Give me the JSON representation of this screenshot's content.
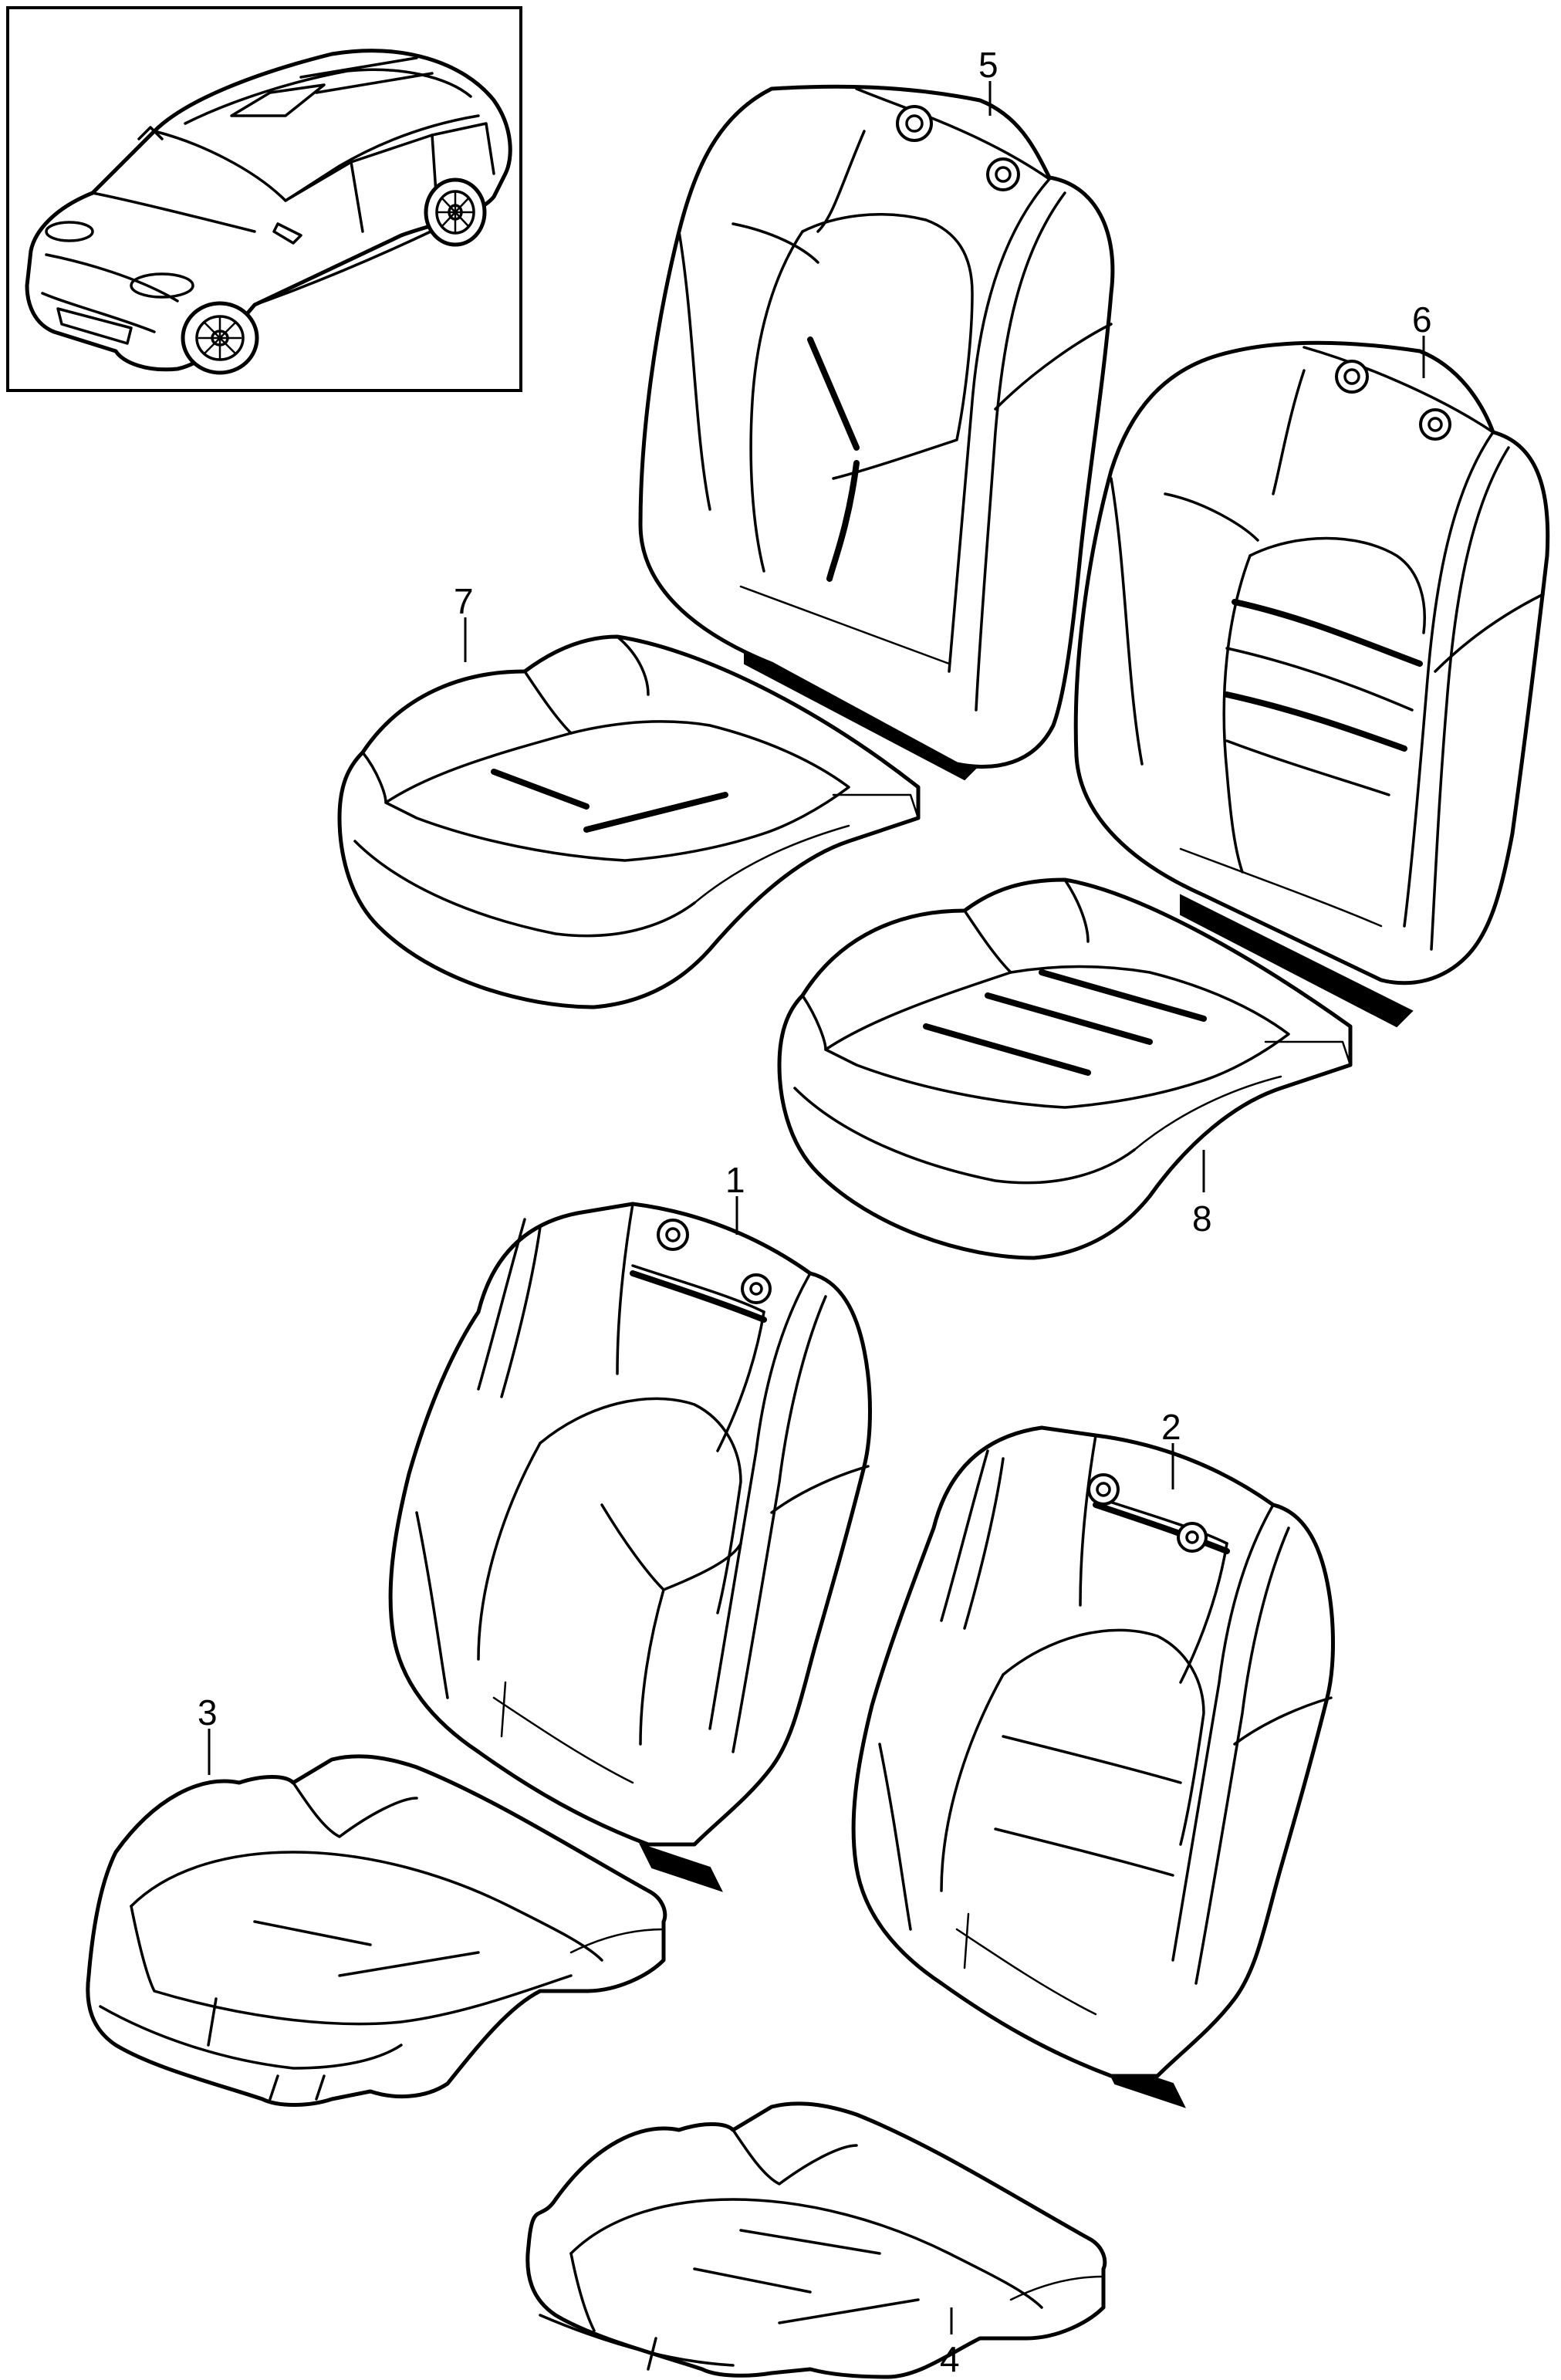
{
  "callouts": [
    {
      "id": "label-1",
      "text": "1"
    },
    {
      "id": "label-2",
      "text": "2"
    },
    {
      "id": "label-3",
      "text": "3"
    },
    {
      "id": "label-4",
      "text": "4"
    },
    {
      "id": "label-5",
      "text": "5"
    },
    {
      "id": "label-6",
      "text": "6"
    },
    {
      "id": "label-7",
      "text": "7"
    },
    {
      "id": "label-8",
      "text": "8"
    }
  ],
  "colors": {
    "line": "#000000",
    "background": "#ffffff"
  }
}
